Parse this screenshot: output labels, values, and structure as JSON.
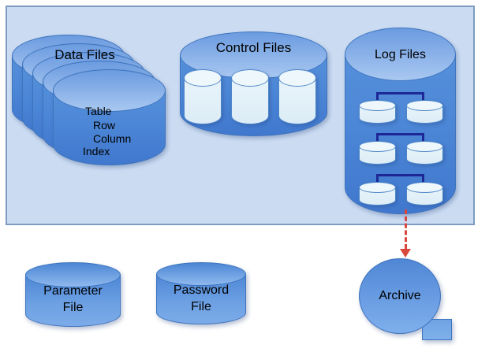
{
  "database_box": {
    "data_files": {
      "label": "Data Files",
      "items": [
        "Table",
        "Row",
        "Column",
        "Index"
      ],
      "cylinder_count": 5
    },
    "control_files": {
      "label": "Control Files",
      "inner_cylinder_count": 3
    },
    "log_files": {
      "label": "Log Files",
      "group_count": 3,
      "members_per_group": 2
    }
  },
  "external": {
    "parameter_file": {
      "lines": [
        "Parameter",
        "File"
      ]
    },
    "password_file": {
      "lines": [
        "Password",
        "File"
      ]
    },
    "archive": {
      "label": "Archive"
    }
  },
  "colors": {
    "box_fill": "#cbdcf2",
    "box_border": "#7e9cc2",
    "cylinder_border": "#3e74bd",
    "cylinder_body_top": "#5590db",
    "cylinder_body_bottom": "#4078ce",
    "cylinder_ellipse_bottom": "#a9c8f1",
    "inner_cylinder_fill": "#e8f4fa",
    "inner_cylinder_border": "#4d86c8",
    "group_connector": "#1e2796",
    "archive_arrow": "#d9483c",
    "text": "#000000"
  }
}
